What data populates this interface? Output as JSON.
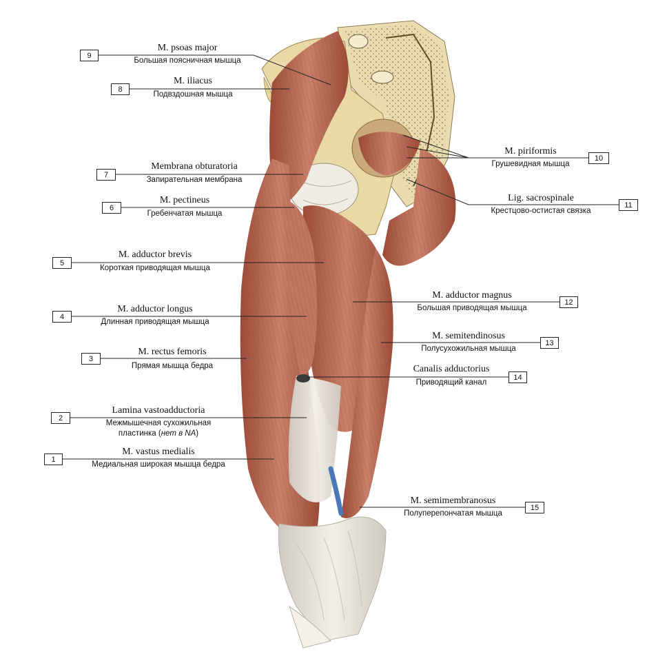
{
  "figure": {
    "labels": [
      {
        "num": "1",
        "latin": "M. vastus medialis",
        "russian": "Медиальная широкая мышца бедра"
      },
      {
        "num": "2",
        "latin": "Lamina vastoadductoria",
        "russian": "Межмышечная сухожильная",
        "russian2_pre": "пластинка (",
        "russian2_em": "нет в NA",
        "russian2_post": ")"
      },
      {
        "num": "3",
        "latin": "M. rectus femoris",
        "russian": "Прямая мышца бедра"
      },
      {
        "num": "4",
        "latin": "M. adductor longus",
        "russian": "Длинная приводящая мышца"
      },
      {
        "num": "5",
        "latin": "M. adductor brevis",
        "russian": "Короткая приводящая мышца"
      },
      {
        "num": "6",
        "latin": "M. pectineus",
        "russian": "Гребенчатая мышца"
      },
      {
        "num": "7",
        "latin": "Membrana obturatoria",
        "russian": "Запирательная мембрана"
      },
      {
        "num": "8",
        "latin": "M. iliacus",
        "russian": "Подвздошная мышца"
      },
      {
        "num": "9",
        "latin": "M. psoas major",
        "russian": "Большая поясничная мышца"
      },
      {
        "num": "10",
        "latin": "M. piriformis",
        "russian": "Грушевидная мышца"
      },
      {
        "num": "11",
        "latin": "Lig. sacrospinale",
        "russian": "Крестцово-остистая связка"
      },
      {
        "num": "12",
        "latin": "M. adductor magnus",
        "russian": "Большая приводящая мышца"
      },
      {
        "num": "13",
        "latin": "M. semitendinosus",
        "russian": "Полусухожильная мышца"
      },
      {
        "num": "14",
        "latin": "Canalis adductorius",
        "russian": "Приводящий канал"
      },
      {
        "num": "15",
        "latin": "M. semimembranosus",
        "russian": "Полуперепончатая мышца"
      }
    ]
  },
  "colors": {
    "muscle": "#b8644e",
    "muscle_light": "#cf8a72",
    "muscle_dark": "#8e4434",
    "tendon": "#e6e2da",
    "bone": "#e8d9a6",
    "bone_dark": "#c9b47a",
    "vessel": "#4a78b8",
    "line": "#222222"
  }
}
